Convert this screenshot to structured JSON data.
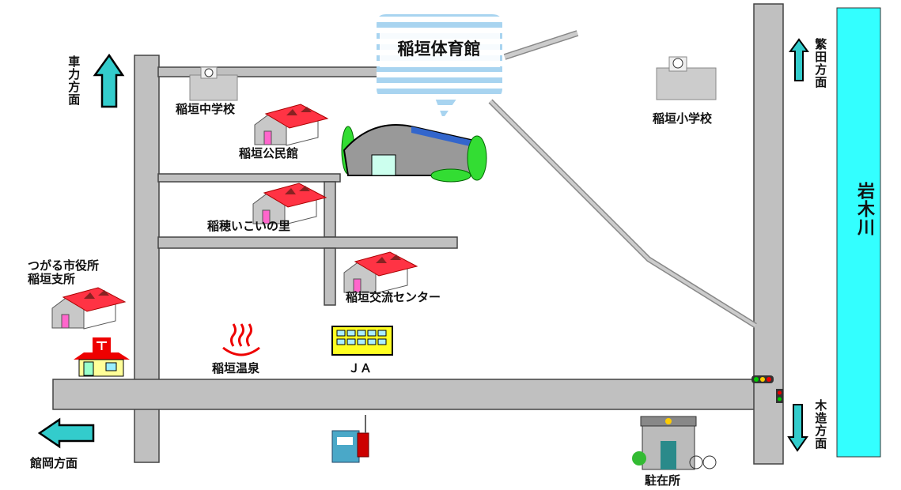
{
  "title_callout": "稲垣体育館",
  "river": "岩木川",
  "directions": {
    "north_left": "車力方面",
    "west": "館岡方面",
    "north_right": "繁田方面",
    "south_right": "木造方面"
  },
  "places": {
    "junior_high": "稲垣中学校",
    "community_hall": "稲垣公民館",
    "ikoi": "稲穂いこいの里",
    "exchange_center": "稲垣交流センター",
    "branch_office": "つがる市役所\n稲垣支所",
    "onsen": "稲垣温泉",
    "ja": "ＪＡ",
    "elementary": "稲垣小学校",
    "police_box": "駐在所"
  },
  "colors": {
    "road": "#c0c0c0",
    "river": "#33ffff",
    "arrow": "#33cccc",
    "roof": "#ff3344"
  }
}
